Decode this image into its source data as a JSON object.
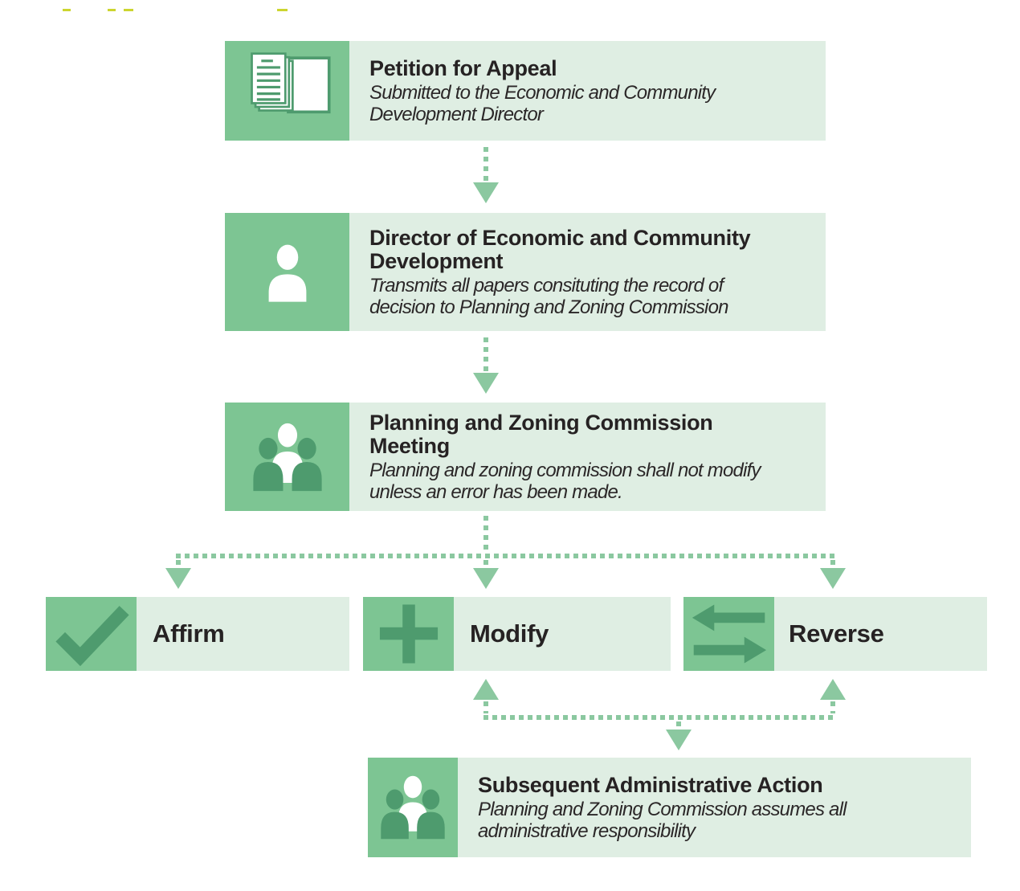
{
  "palette": {
    "box_green": "#7dc593",
    "panel_green": "#dfeee3",
    "glyph_green": "#4e9b6e",
    "arrow_green": "#8bc8a0",
    "text_dark": "#262223",
    "yellow_dash": "#ccd52f"
  },
  "nodes": {
    "petition": {
      "title": "Petition for Appeal",
      "subtitle": "Submitted to the Economic and Community Development Director",
      "icon": "documents-icon"
    },
    "director": {
      "title": "Director of Economic and Community Development",
      "subtitle": "Transmits all papers consituting the record of decision to Planning and Zoning Commission",
      "icon": "person-icon"
    },
    "commission": {
      "title": "Planning and Zoning Commission Meeting",
      "subtitle": "Planning and zoning commission shall not modify unless an error has been made.",
      "icon": "people-icon"
    },
    "affirm": {
      "label": "Affirm",
      "icon": "check-icon"
    },
    "modify": {
      "label": "Modify",
      "icon": "plus-icon"
    },
    "reverse": {
      "label": "Reverse",
      "icon": "swap-arrows-icon"
    },
    "subsequent": {
      "title": "Subsequent Administrative Action",
      "subtitle": "Planning and Zoning Commission assumes all administrative responsibility",
      "icon": "people-icon"
    }
  }
}
